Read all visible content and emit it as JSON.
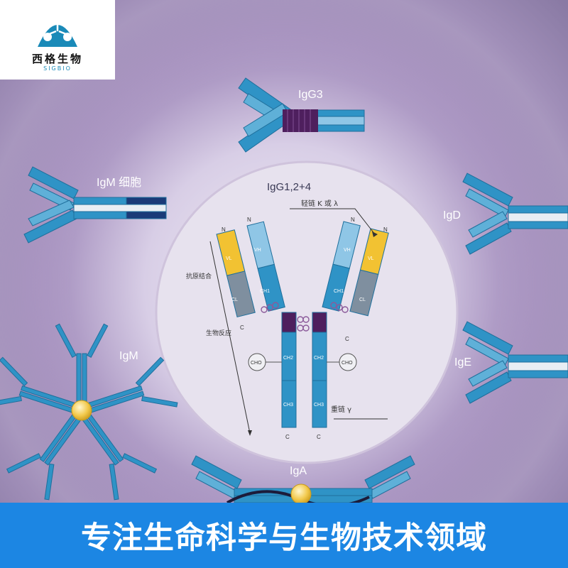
{
  "brand": {
    "name": "西格生物",
    "latin": "SIGBIO",
    "color": "#1a8ab8"
  },
  "antibodies": {
    "igg3": "IgG3",
    "igm_cell": "IgM 细胞",
    "igd": "IgD",
    "igm": "IgM",
    "ige": "IgE",
    "iga": "IgA"
  },
  "igg": {
    "title": "IgG1,2+4",
    "n_label": "N",
    "c_label": "C",
    "light_chain": "轻链 K 或 λ",
    "heavy_chain": "重链 γ",
    "antigen_binding": "抗原结合",
    "bio_reaction": "生物反应",
    "cho": "CHO",
    "vl": "VL",
    "vh": "VH",
    "cl": "CL",
    "ch1": "CH1",
    "ch2": "CH2",
    "ch3": "CH3"
  },
  "banner": {
    "text": "专注生命科学与生物技术领域",
    "color": "#1c86e3"
  },
  "colors": {
    "chain_blue": "#2f93c6",
    "chain_light": "#8fc6e6",
    "variable_yellow": "#f2c232",
    "constant_gray": "#7f8f9f",
    "hinge_purple": "#4e1f5e",
    "background_purple": "#5d3f7f"
  }
}
